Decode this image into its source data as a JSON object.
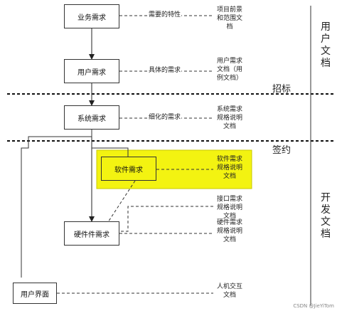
{
  "nodes": {
    "business": "业务需求",
    "user": "用户需求",
    "system": "系统需求",
    "software": "软件需求",
    "hardware": "硬件件需求",
    "ui": "用户界面"
  },
  "edge_labels": {
    "business": "需要的特性",
    "user": "具体的需求",
    "system": "细化的需求"
  },
  "docs": {
    "project": "项目前景\n和范围文\n档",
    "user": "用户需求\n文档（用\n例文档）",
    "system": "系统需求\n规格说明\n文档",
    "software": "软件需求\n规格说明\n文档",
    "interface": "接口需求\n规格说明\n文档",
    "hardware": "硬件需求\n规格说明\n文档",
    "hci": "人机交互\n文档"
  },
  "stages": {
    "user_docs": "用\n户\n文\n档",
    "dev_docs": "开\n发\n文\n档",
    "gate_bidding": "招标",
    "gate_signing": "签约"
  },
  "highlight_color": "#f3f311",
  "watermark": "CSDN @JieYiTom"
}
